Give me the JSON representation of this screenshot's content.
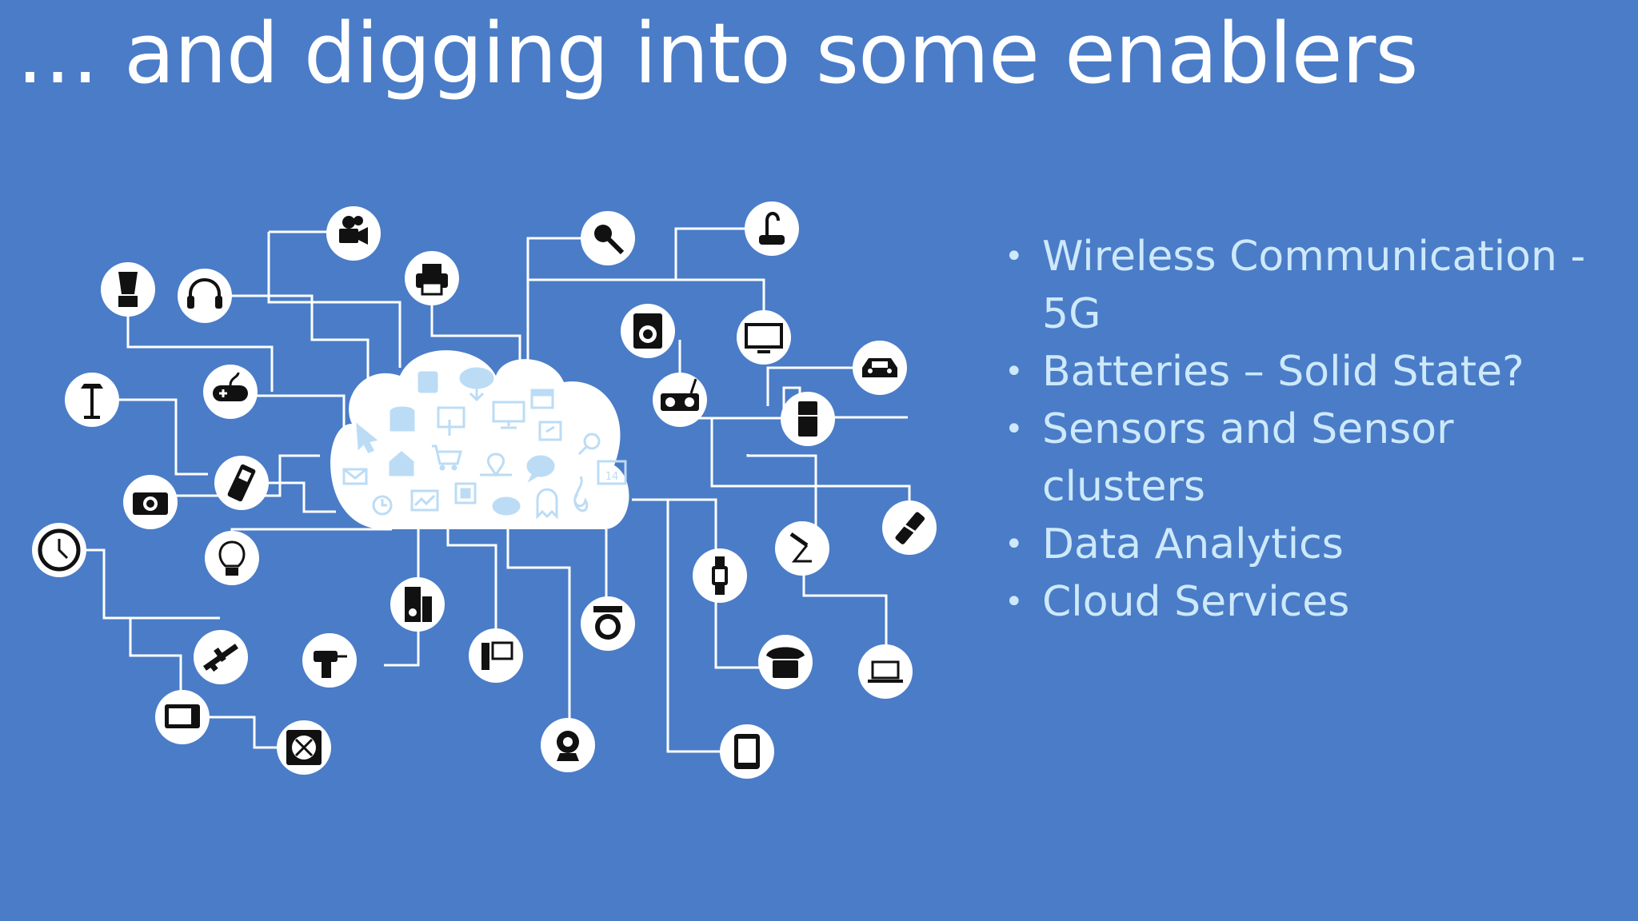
{
  "slide": {
    "title": "… and digging into some enablers",
    "background": "#4a7cc7",
    "bullet_color": "#cde9fb"
  },
  "bullets": [
    "Wireless Communication - 5G",
    "Batteries – Solid State?",
    "Sensors and Sensor clusters",
    "Data Analytics",
    "Cloud Services"
  ],
  "diagram": {
    "center": "cloud-icon",
    "cloud_glyphs": [
      "shopping-bag-icon",
      "cloud-download-icon",
      "calendar-icon",
      "cursor-icon",
      "database-icon",
      "touch-screen-icon",
      "monitor-icon",
      "sync-icon",
      "search-icon",
      "mail-icon",
      "home-icon",
      "cart-icon",
      "location-pin-icon",
      "chat-icon",
      "calendar-date-icon",
      "clock-icon",
      "chart-icon",
      "chip-icon",
      "film-icon",
      "ghost-icon",
      "music-note-icon"
    ],
    "cloud_calendar_text": "14",
    "devices": [
      "video-camera-icon",
      "printer-icon",
      "microphone-icon",
      "vacuum-cleaner-icon",
      "blender-icon",
      "headphones-icon",
      "washing-machine-icon",
      "tv-monitor-icon",
      "car-icon",
      "gamepad-icon",
      "floor-lamp-icon",
      "boombox-icon",
      "refrigerator-icon",
      "mobile-phone-icon",
      "camera-icon",
      "wall-clock-icon",
      "light-bulb-icon",
      "desk-lamp-icon",
      "satellite-icon",
      "smartwatch-icon",
      "speaker-icon",
      "kitchen-scale-icon",
      "drill-icon",
      "desktop-computer-icon",
      "airplane-icon",
      "telephone-icon",
      "laptop-icon",
      "old-tv-icon",
      "fan-icon",
      "webcam-icon",
      "tablet-icon"
    ]
  }
}
